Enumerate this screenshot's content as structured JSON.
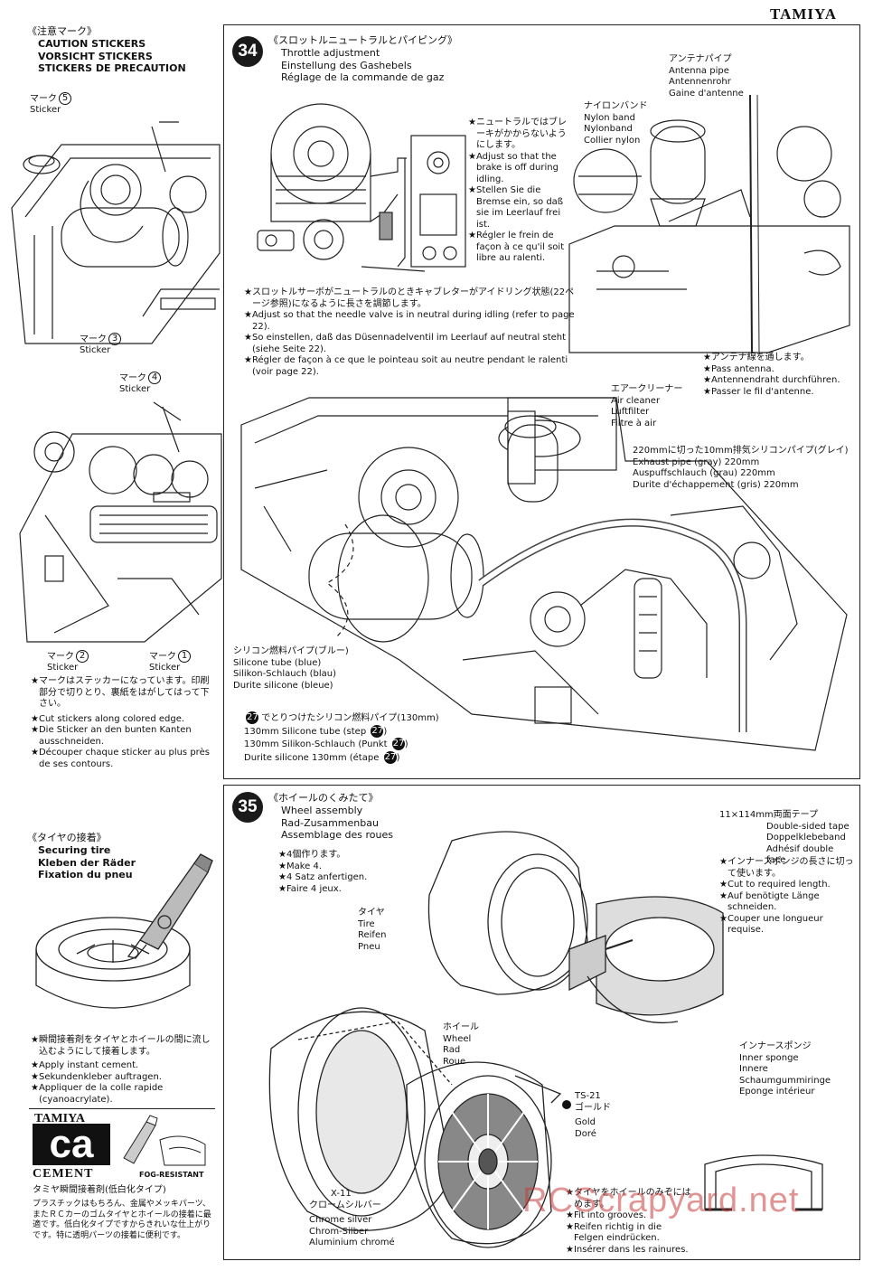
{
  "brand": "TAMIYA",
  "caution": {
    "jp": "《注意マーク》",
    "en": "CAUTION STICKERS",
    "de": "VORSICHT STICKERS",
    "fr": "STICKERS DE PRECAUTION",
    "mark5_jp": "マーク",
    "mark5_num": "5",
    "mark5_label": "Sticker",
    "mark3_jp": "マーク",
    "mark3_num": "3",
    "mark3_label": "Sticker",
    "mark4_jp": "マーク",
    "mark4_num": "4",
    "mark4_label": "Sticker",
    "mark2_jp": "マーク",
    "mark2_num": "2",
    "mark2_label": "Sticker",
    "mark1_jp": "マーク",
    "mark1_num": "1",
    "mark1_label": "Sticker",
    "note_jp": "★マークはステッカーになっています。印刷部分で切りとり、裏紙をはがしてはって下さい。",
    "note_en": "★Cut stickers along colored edge.",
    "note_de": "★Die Sticker an den bunten Kanten ausschneiden.",
    "note_fr": "★Découper chaque sticker au plus près de ses contours."
  },
  "tire": {
    "jp": "《タイヤの接着》",
    "en": "Securing tire",
    "de": "Kleben der Räder",
    "fr": "Fixation du pneu",
    "note_jp": "★瞬間接着剤をタイヤとホイールの間に流し込むようにして接着します。",
    "note_en": "★Apply instant cement.",
    "note_de": "★Sekundenkleber auftragen.",
    "note_fr": "★Appliquer de la colle rapide (cyanoacrylate)."
  },
  "cement": {
    "brand_top": "TAMIYA",
    "brand_big": "ca",
    "brand_bottom": "CEMENT",
    "fog": "FOG-RESISTANT",
    "jp_title": "タミヤ瞬間接着剤(低白化タイプ)",
    "jp_body": "プラスチックはもちろん、金属やメッキパーツ、またＲＣカーのゴムタイヤとホイールの接着に最適です。低白化タイプですからきれいな仕上がりです。特に透明パーツの接着に便利です。"
  },
  "step34": {
    "num": "34",
    "jp": "《スロットルニュートラルとパイピング》",
    "en": "Throttle adjustment",
    "de": "Einstellung des Gashebels",
    "fr": "Réglage de la commande de gaz",
    "brake_jp": "★ニュートラルではブレーキがかからないようにします。",
    "brake_en": "★Adjust so that the brake is off during idling.",
    "brake_de": "★Stellen Sie die Bremse ein, so daß sie im Leerlauf frei ist.",
    "brake_fr": "★Régler le frein de façon à ce qu'il soit libre au ralenti.",
    "servo_jp": "★スロットルサーボがニュートラルのときキャブレターがアイドリング状態(22ページ参照)になるように長さを調節します。",
    "servo_en": "★Adjust so that the needle valve is in neutral during idling (refer to page 22).",
    "servo_de": "★So einstellen, daß das Düsennadelventil im Leerlauf auf neutral steht (siehe Seite 22).",
    "servo_fr": "★Régler de façon à ce que le pointeau soit au neutre pendant le ralenti (voir page 22).",
    "antpipe_jp": "アンテナパイプ",
    "antpipe_en": "Antenna pipe",
    "antpipe_de": "Antennenrohr",
    "antpipe_fr": "Gaine d'antenne",
    "nylon_jp": "ナイロンバンド",
    "nylon_en": "Nylon band",
    "nylon_de": "Nylonband",
    "nylon_fr": "Collier nylon",
    "pass_jp": "★アンテナ線を通します。",
    "pass_en": "★Pass antenna.",
    "pass_de": "★Antennendraht durchführen.",
    "pass_fr": "★Passer le fil d'antenne.",
    "air_jp": "エアークリーナー",
    "air_en": "Air cleaner",
    "air_de": "Luftfilter",
    "air_fr": "Filtre à air",
    "exh_jp": "220mmに切った10mm排気シリコンパイプ(グレイ)",
    "exh_en": "Exhaust pipe (gray) 220mm",
    "exh_de": "Auspuffschlauch (grau) 220mm",
    "exh_fr": "Durite d'échappement (gris) 220mm",
    "sil_jp": "シリコン燃料パイプ(ブルー)",
    "sil_en": "Silicone tube (blue)",
    "sil_de": "Silikon-Schlauch (blau)",
    "sil_fr": "Durite silicone (bleue)",
    "s130_num": "27",
    "s130_jp": "でとりつけたシリコン燃料パイプ(130mm)",
    "s130_en": "130mm Silicone tube (step",
    "s130_de": "130mm Silikon-Schlauch (Punkt",
    "s130_fr": "Durite silicone 130mm (étape",
    "close": ")"
  },
  "step35": {
    "num": "35",
    "jp": "《ホイールのくみたて》",
    "en": "Wheel assembly",
    "de": "Rad-Zusammenbau",
    "fr": "Assemblage des roues",
    "make_jp": "★4個作ります。",
    "make_en": "★Make 4.",
    "make_de": "★4 Satz anfertigen.",
    "make_fr": "★Faire 4 jeux.",
    "tape_jp": "11×114mm両面テープ",
    "tape_en": "Double-sided tape",
    "tape_de": "Doppelklebeband",
    "tape_fr": "Adhésif double face",
    "cut_jp": "★インナースポンジの長さに切って使います。",
    "cut_en": "★Cut to required length.",
    "cut_de": "★Auf benötigte Länge schneiden.",
    "cut_fr": "★Couper une longueur requise.",
    "tire_jp": "タイヤ",
    "tire_en": "Tire",
    "tire_de": "Reifen",
    "tire_fr": "Pneu",
    "sponge_jp": "インナースポンジ",
    "sponge_en": "Inner sponge",
    "sponge_de": "Innere Schaumgummiringe",
    "sponge_fr": "Eponge intérieur",
    "wheel_jp": "ホイール",
    "wheel_en": "Wheel",
    "wheel_de": "Rad",
    "wheel_fr": "Roue",
    "ts_code": "TS-21",
    "ts_jp": "ゴールド",
    "ts_en": "Gold",
    "ts_fr": "Doré",
    "fit_jp": "★タイヤをホイールのみぞにはめます。",
    "fit_en": "★Fit into grooves.",
    "fit_de": "★Reifen richtig in die Felgen eindrücken.",
    "fit_fr": "★Insérer dans les rainures.",
    "x11_code": "X-11",
    "x11_jp": "クロームシルバー",
    "x11_en": "Chrome silver",
    "x11_de": "Chrom-Silber",
    "x11_fr": "Aluminium chromé"
  },
  "watermark": "RCScrapyard.net"
}
